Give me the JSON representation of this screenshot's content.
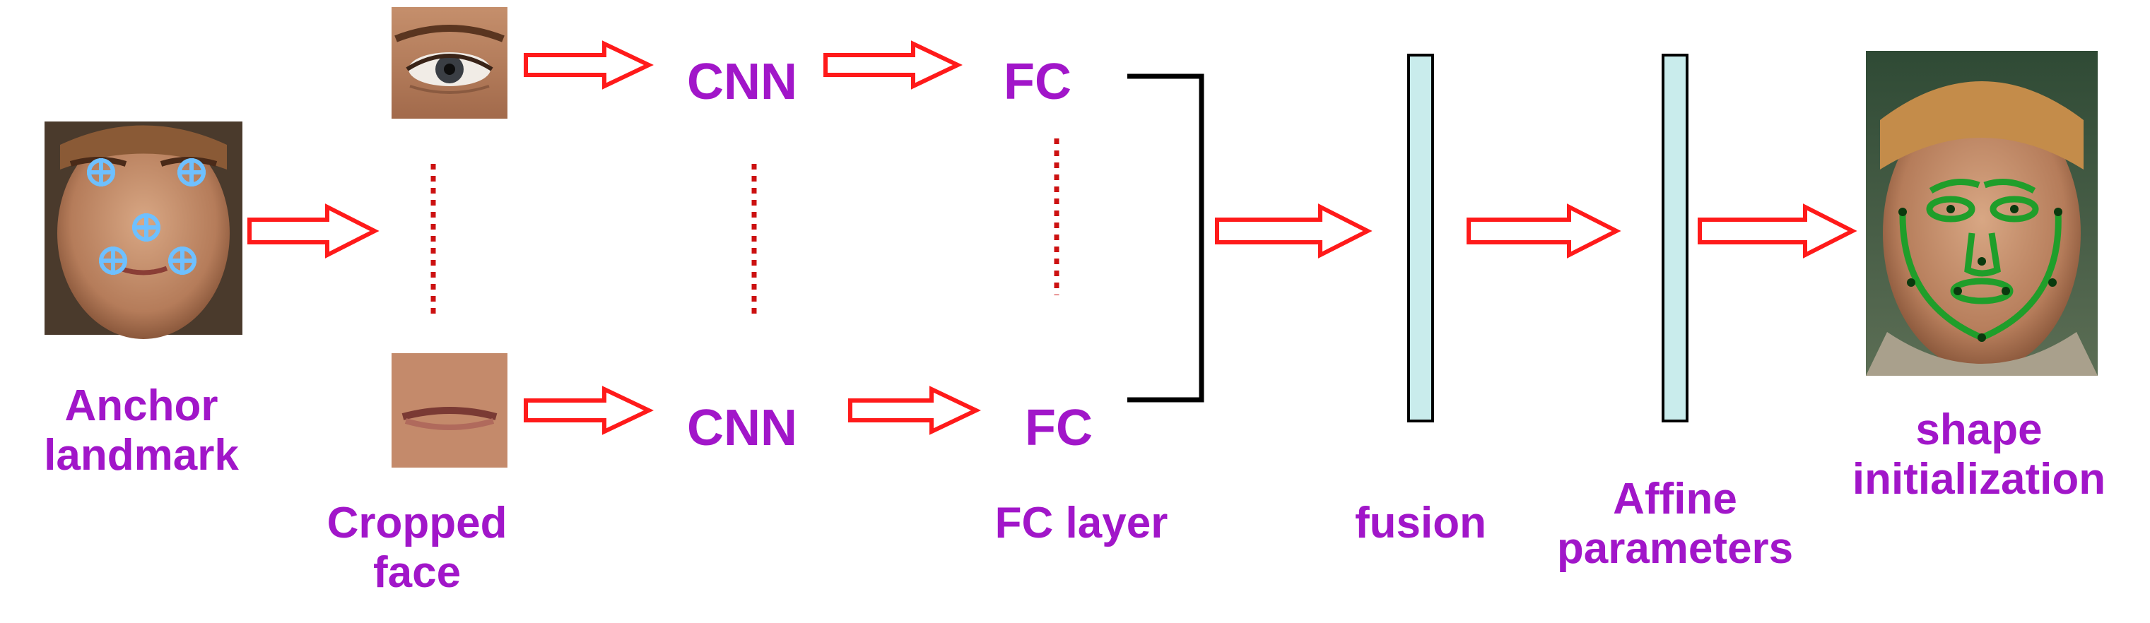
{
  "nodes": {
    "cnn_top": "CNN",
    "cnn_bottom": "CNN",
    "fc_top": "FC",
    "fc_bottom": "FC"
  },
  "labels": {
    "anchor_line1": "Anchor",
    "anchor_line2": "landmark",
    "cropped_line1": "Cropped",
    "cropped_line2": "face",
    "fc_layer": "FC layer",
    "fusion": "fusion",
    "affine_line1": "Affine",
    "affine_line2": "parameters",
    "shape_line1": "shape",
    "shape_line2": "initialization"
  },
  "colors": {
    "label": "#a116c9",
    "arrow_fill": "#ffffff",
    "arrow_stroke": "#ff1a1a",
    "dotted": "#cc1111",
    "bar_fill": "#c9ecec",
    "landmark_marker": "#6ec0ff",
    "shape_contour": "#1f9e2a"
  }
}
